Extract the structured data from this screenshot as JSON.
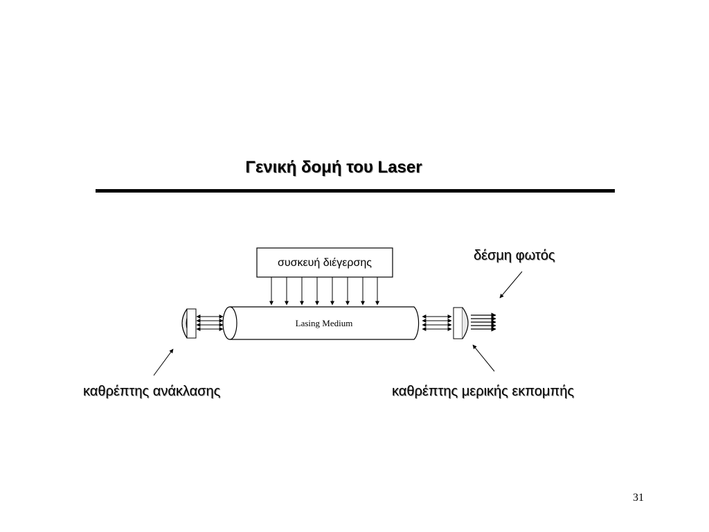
{
  "slide": {
    "title": "Γενική δομή του Laser",
    "page_number": "31"
  },
  "diagram": {
    "pump_device_label": "συσκευή διέγερσης",
    "lasing_medium_label": "Lasing Medium",
    "output_beam_label": "δέσμη φωτός",
    "reflective_mirror_label": "καθρέπτης ανάκλασης",
    "partial_mirror_label": "καθρέπτης μερικής εκπομπής"
  }
}
